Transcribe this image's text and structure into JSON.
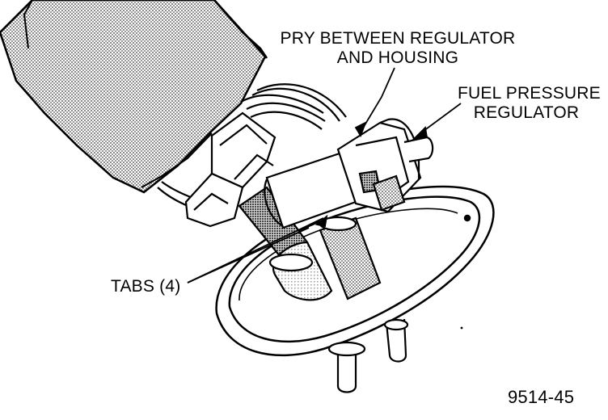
{
  "labels": {
    "pry": "PRY BETWEEN REGULATOR\nAND HOUSING",
    "fuel_pressure_regulator": "FUEL PRESSURE\nREGULATOR",
    "tabs": "TABS (4)",
    "figure_number": "9514-45"
  },
  "colors": {
    "ink": "#000000",
    "paper": "#ffffff",
    "shade_light": "#d9d9d9",
    "shade_mid": "#b5b5b5",
    "shade_dark": "#8c8c8c"
  }
}
